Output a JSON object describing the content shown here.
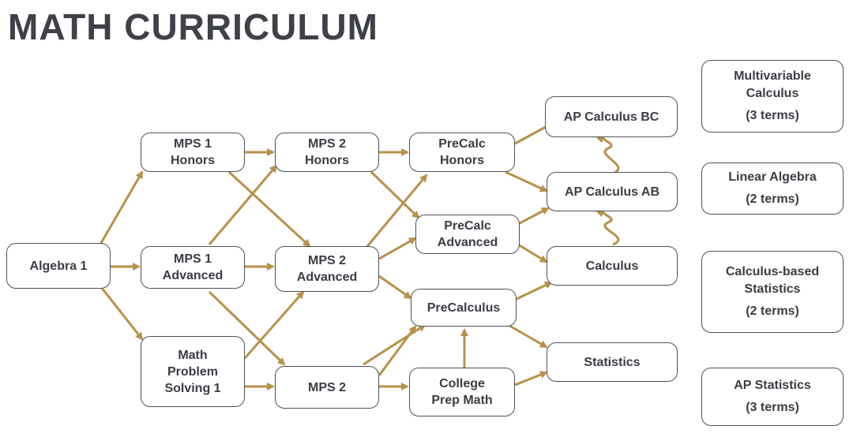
{
  "title": "MATH CURRICULUM",
  "colors": {
    "arrow": "#b8914a",
    "border": "#4d5057",
    "text": "#3a3d44"
  },
  "nodes": {
    "algebra1": [
      "Algebra 1"
    ],
    "mps1h": [
      "MPS 1",
      "Honors"
    ],
    "mps1a": [
      "MPS 1",
      "Advanced"
    ],
    "mps1": [
      "Math",
      "Problem",
      "Solving 1"
    ],
    "mps2h": [
      "MPS 2",
      "Honors"
    ],
    "mps2a": [
      "MPS 2",
      "Advanced"
    ],
    "mps2": [
      "MPS 2"
    ],
    "precalch": [
      "PreCalc",
      "Honors"
    ],
    "precalca": [
      "PreCalc",
      "Advanced"
    ],
    "precalc": [
      "PreCalculus"
    ],
    "cpm": [
      "College",
      "Prep Math"
    ],
    "apbc": [
      "AP Calculus BC"
    ],
    "apab": [
      "AP Calculus AB"
    ],
    "calc": [
      "Calculus"
    ],
    "stats": [
      "Statistics"
    ]
  },
  "side_courses": [
    {
      "name": [
        "Multivariable",
        "Calculus"
      ],
      "terms": "(3 terms)"
    },
    {
      "name": [
        "Linear Algebra"
      ],
      "terms": "(2 terms)"
    },
    {
      "name": [
        "Calculus-based",
        "Statistics"
      ],
      "terms": "(2 terms)"
    },
    {
      "name": [
        "AP Statistics"
      ],
      "terms": "(3 terms)"
    }
  ]
}
